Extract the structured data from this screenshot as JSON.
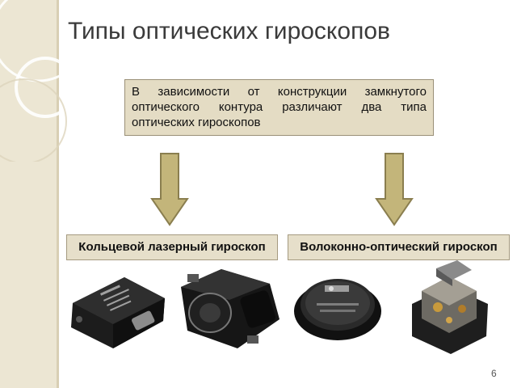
{
  "slide": {
    "title": "Типы оптических гироскопов",
    "intro": "В зависимости от конструкции замкнутого оптического контура различают два типа оптических гироскопов",
    "types": [
      {
        "label": "Кольцевой лазерный гироскоп"
      },
      {
        "label": "Волоконно-оптический гироскоп"
      }
    ],
    "page_number": "6"
  },
  "colors": {
    "band": "#ece6d3",
    "box_fill": "#e4dcc4",
    "arrow_fill": "#c3b57a",
    "arrow_stroke": "#8a7e4f"
  },
  "images": [
    {
      "icon": "gladiator-gyroscope-photo"
    },
    {
      "icon": "ring-laser-gyroscope-unit-photo"
    },
    {
      "icon": "round-fiber-optic-gyroscope-photo"
    },
    {
      "icon": "cube-fiber-optic-gyroscope-photo"
    }
  ]
}
